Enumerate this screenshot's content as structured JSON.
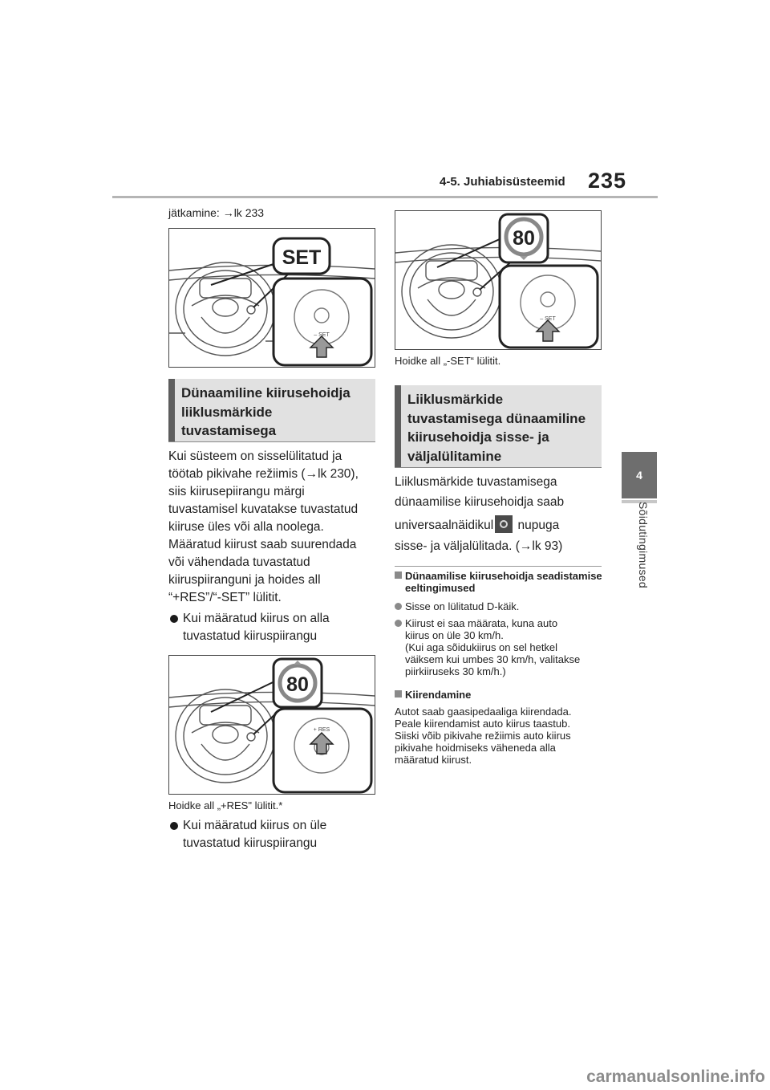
{
  "header": {
    "section": "4-5. Juhiabisüsteemid",
    "page_number": "235"
  },
  "side_tab": {
    "number": "4",
    "label": "Sõidutingimused"
  },
  "left": {
    "intro": "jätkamine: →lk 233",
    "figure1": {
      "callout": "SET",
      "button_label": "– SET"
    },
    "heading1": "Dünaamiline kiirusehoidja liiklusmärkide tuvastamisega",
    "para1_lines": [
      "Kui süsteem on sisselülitatud ja",
      "töötab pikivahe režiimis (→lk 230),",
      "siis kiirusepiirangu märgi",
      "tuvastamisel kuvatakse tuvastatud",
      "kiiruse üles või alla noolega.",
      "Määratud kiirust saab suurendada",
      "või vähendada tuvastatud",
      "kiiruspiiranguni ja hoides all",
      "“+RES”/“-SET” lülitit."
    ],
    "bullet1": [
      "Kui määratud kiirus on alla",
      "tuvastatud kiiruspiirangu"
    ],
    "figure2": {
      "sign": "80",
      "button_label": "+ RES"
    },
    "caption2": "Hoidke all „+RES\" lülitit.*",
    "bullet2": [
      "Kui määratud kiirus on üle",
      "tuvastatud kiiruspiirangu"
    ]
  },
  "right": {
    "figure3": {
      "sign": "80",
      "button_label": "– SET"
    },
    "caption3": "Hoidke all „-SET“ lülitit.",
    "heading2": "Liiklusmärkide tuvastamisega dünaamiline kiirusehoidja sisse- ja väljalülitamine",
    "para2_line1": "Liiklusmärkide tuvastamisega",
    "para2_line2": "dünaamilise kiirusehoidja saab",
    "para2_line3a": "universaalnäidikul",
    "para2_line3b": " nupuga",
    "para2_line4": "sisse- ja väljalülitada. (→lk 93)",
    "note1_title": "Dünaamilise kiirusehoidja seadistamise eeltingimused",
    "note1_item1": "Sisse on lülitatud D-käik.",
    "note1_item2_lines": [
      "Kiirust ei saa määrata, kuna auto",
      "kiirus on üle 30 km/h.",
      "(Kui aga sõidukiirus on sel hetkel",
      "väiksem kui umbes 30 km/h, valitakse",
      "piirkiiruseks 30 km/h.)"
    ],
    "note2_title": "Kiirendamine",
    "note2_lines": [
      "Autot saab gaasipedaaliga kiirendada.",
      "Peale kiirendamist auto kiirus taastub.",
      "Siiski võib pikivahe režiimis auto kiirus",
      "pikivahe hoidmiseks väheneda alla",
      "määratud kiirust."
    ]
  },
  "watermark": "carmanualsonline.info"
}
